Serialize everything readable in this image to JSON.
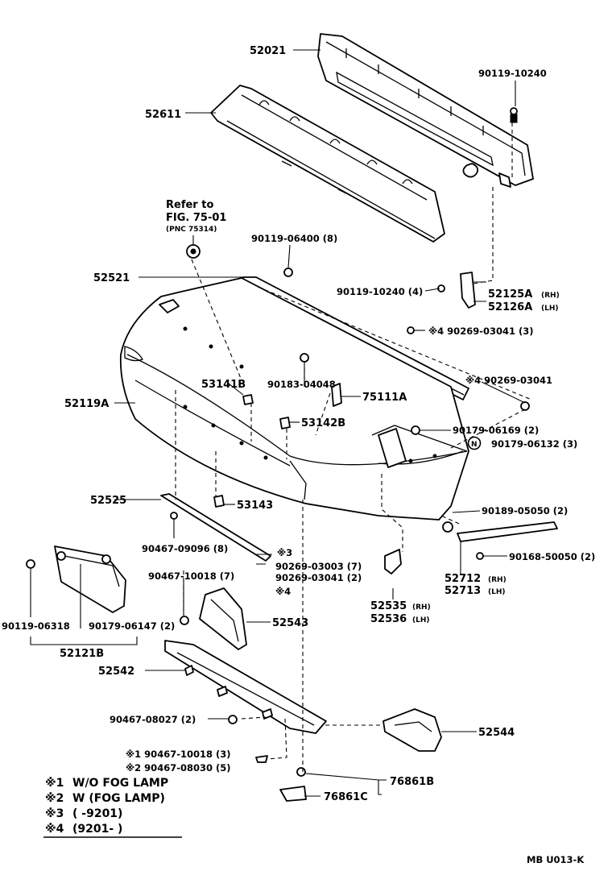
{
  "diagram": {
    "labels": {
      "p52021": "52021",
      "p90119_10240_top": "90119-10240",
      "p52611": "52611",
      "refer_to": "Refer to",
      "fig": "FIG. 75-01",
      "pnc": "(PNC 75314)",
      "p90119_06400": "90119-06400 (8)",
      "p52521": "52521",
      "p90119_10240_4": "90119-10240 (4)",
      "p52125a": "52125A",
      "p52125a_side": "(RH)",
      "p52126a": "52126A",
      "p52126a_side": "(LH)",
      "p90269_03041_3": "※4 90269-03041 (3)",
      "p53141b": "53141B",
      "p90183_04048": "90183-04048",
      "p90269_03041_b": "※4 90269-03041",
      "p52119a": "52119A",
      "p75111a": "75111A",
      "p53142b": "53142B",
      "p90179_06169": "90179-06169 (2)",
      "p90179_06132_mark": "N",
      "p90179_06132": "90179-06132 (3)",
      "p52525": "52525",
      "p53143": "53143",
      "p90189_05050": "90189-05050 (2)",
      "p90467_09096": "90467-09096 (8)",
      "p90269_03003_mark": "※3",
      "p90269_03003": "90269-03003 (7)",
      "p90269_03041_2": "90269-03041 (2)",
      "p90269_03041_2_mark": "※4",
      "p90168_50050": "90168-50050 (2)",
      "p52712": "52712",
      "p52712_side": "(RH)",
      "p52713": "52713",
      "p52713_side": "(LH)",
      "p90467_10018_7": "90467-10018 (7)",
      "p52535": "52535",
      "p52535_side": "(RH)",
      "p52536": "52536",
      "p52536_side": "(LH)",
      "p52543": "52543",
      "p90119_06318": "90119-06318",
      "p90179_06147": "90179-06147 (2)",
      "p52121b": "52121B",
      "p52542": "52542",
      "p90467_08027": "90467-08027 (2)",
      "p52544": "52544",
      "p90467_10018_3": "※1 90467-10018 (3)",
      "p90467_08030_5": "※2 90467-08030 (5)",
      "p76861b": "76861B",
      "p76861c": "76861C"
    },
    "legend": [
      {
        "mark": "※1",
        "text": "W/O FOG  LAMP"
      },
      {
        "mark": "※2",
        "text": "W (FOG  LAMP)"
      },
      {
        "mark": "※3",
        "text": "(        -9201)"
      },
      {
        "mark": "※4",
        "text": "(9201-          )"
      }
    ],
    "code": "MB U013-K"
  }
}
